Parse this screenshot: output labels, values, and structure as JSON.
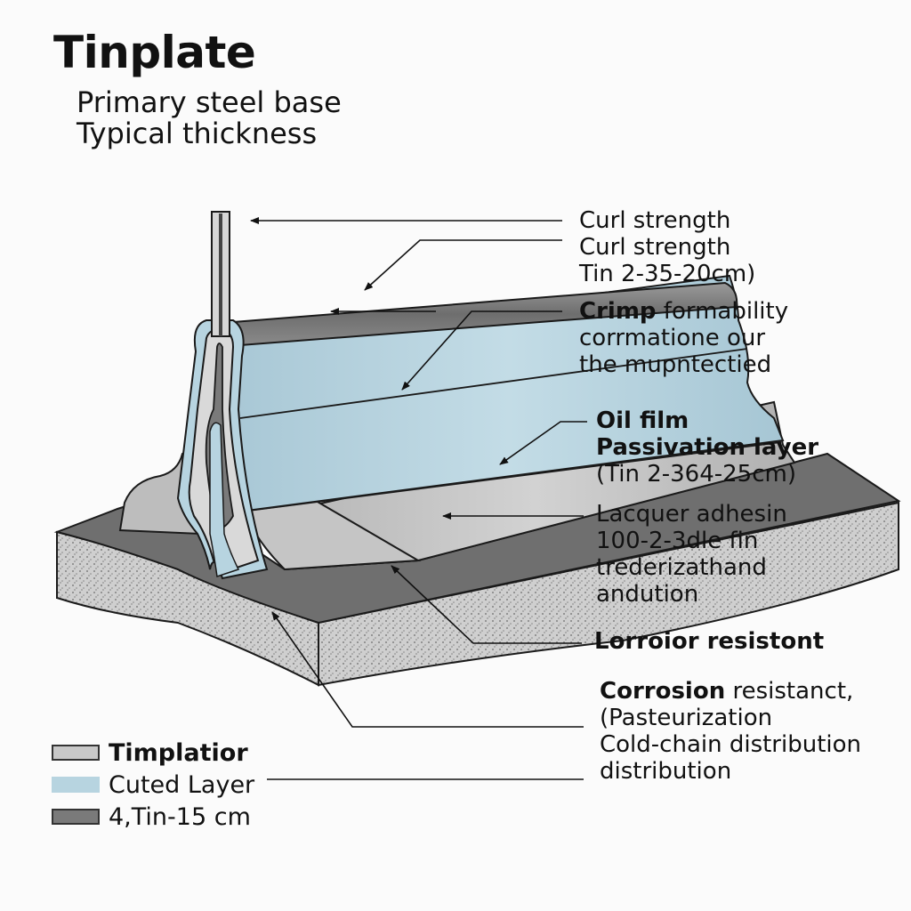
{
  "header": {
    "title": "Tinplate",
    "subtitle_lines": [
      "Primary steel base",
      "Typical thickness"
    ]
  },
  "callouts": [
    {
      "id": "c1",
      "lines": [
        {
          "text": "Curl strength",
          "bold_prefix": ""
        },
        {
          "text": "Curl strength",
          "bold_prefix": ""
        },
        {
          "text": "Tin 2-35-20cm)",
          "bold_prefix": ""
        }
      ]
    },
    {
      "id": "c2",
      "bold": "Crimp",
      "rest": " formability",
      "lines": [
        "corrmatione our",
        "the mupntectied"
      ]
    },
    {
      "id": "c3",
      "lines_bold": [
        "Oil film",
        "Passivation layer"
      ],
      "lines": [
        "(Tin 2-364-25cm)"
      ]
    },
    {
      "id": "c4",
      "lines": [
        "Lacquer adhesin",
        "100-2-3dle fin",
        "trederizathand",
        "andution"
      ]
    },
    {
      "id": "c5",
      "lines_bold": [
        "Lorroior resistont"
      ]
    },
    {
      "id": "c6",
      "bold": "Corrosion",
      "rest": " resistanct,",
      "lines": [
        "(Pasteurization",
        "Cold-chain distribution",
        "distribution"
      ]
    }
  ],
  "callout_text": {
    "c1_l1": "Curl strength",
    "c1_l2": "Curl strength",
    "c1_l3": "Tin 2-35-20cm)",
    "c2_bold": "Crimp",
    "c2_rest": " formability",
    "c2_l2": "corrmatione our",
    "c2_l3": "the mupntectied",
    "c3_l1": "Oil film",
    "c3_l2": "Passivation layer",
    "c3_l3": "(Tin 2-364-25cm)",
    "c4_l1": "Lacquer adhesin",
    "c4_l2": "100-2-3dle fin",
    "c4_l3": "trederizathand",
    "c4_l4": "andution",
    "c5_l1": "Lorroior resistont",
    "c6_bold": "Corrosion",
    "c6_rest": " resistanct,",
    "c6_l2": "(Pasteurization",
    "c6_l3": "Cold-chain distribution",
    "c6_l4": "distribution"
  },
  "legend": [
    {
      "label": "Timplatior",
      "color": "#c8c8c8",
      "bold": true
    },
    {
      "label": "Cuted Layer",
      "color": "#b7d4e0",
      "bold": false
    },
    {
      "label": "4,Tin-15 cm",
      "color": "#7a7a7a",
      "bold": false
    }
  ],
  "colors": {
    "steel_light": "#d6d6d6",
    "steel_mid": "#b9b9b9",
    "steel_dark": "#777777",
    "tin_blue": "#b7d4e0",
    "outline": "#1a1a1a"
  }
}
